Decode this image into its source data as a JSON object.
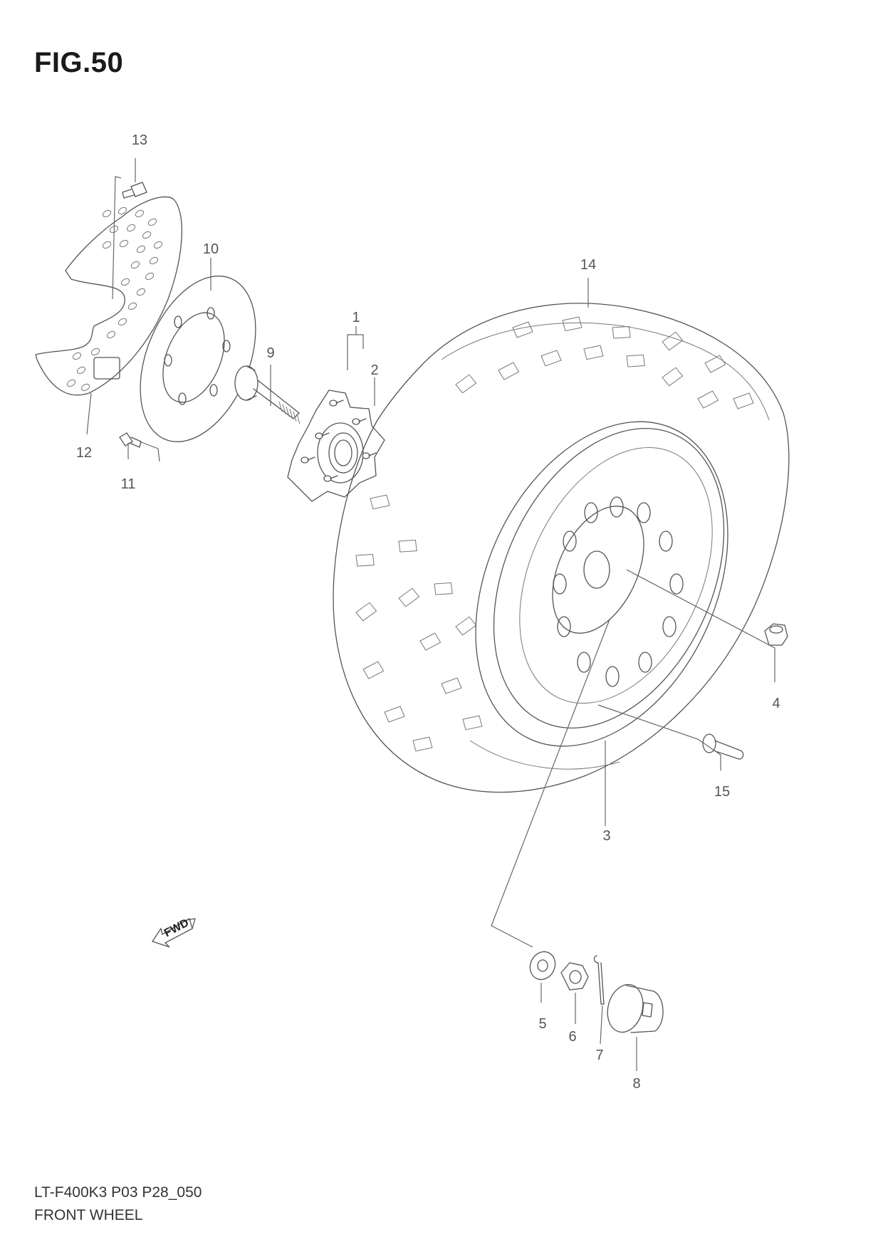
{
  "figure": {
    "title": "FIG.50",
    "model_code": "LT-F400K3 P03 P28_050",
    "section_name": "FRONT WHEEL",
    "direction_marker": "FWD"
  },
  "callouts": [
    {
      "id": "c1",
      "label": "1"
    },
    {
      "id": "c2",
      "label": "2"
    },
    {
      "id": "c3",
      "label": "3"
    },
    {
      "id": "c4",
      "label": "4"
    },
    {
      "id": "c5",
      "label": "5"
    },
    {
      "id": "c6",
      "label": "6"
    },
    {
      "id": "c7",
      "label": "7"
    },
    {
      "id": "c8",
      "label": "8"
    },
    {
      "id": "c9",
      "label": "9"
    },
    {
      "id": "c10",
      "label": "10"
    },
    {
      "id": "c11",
      "label": "11"
    },
    {
      "id": "c12",
      "label": "12"
    },
    {
      "id": "c13",
      "label": "13"
    },
    {
      "id": "c14",
      "label": "14"
    },
    {
      "id": "c15",
      "label": "15"
    }
  ]
}
